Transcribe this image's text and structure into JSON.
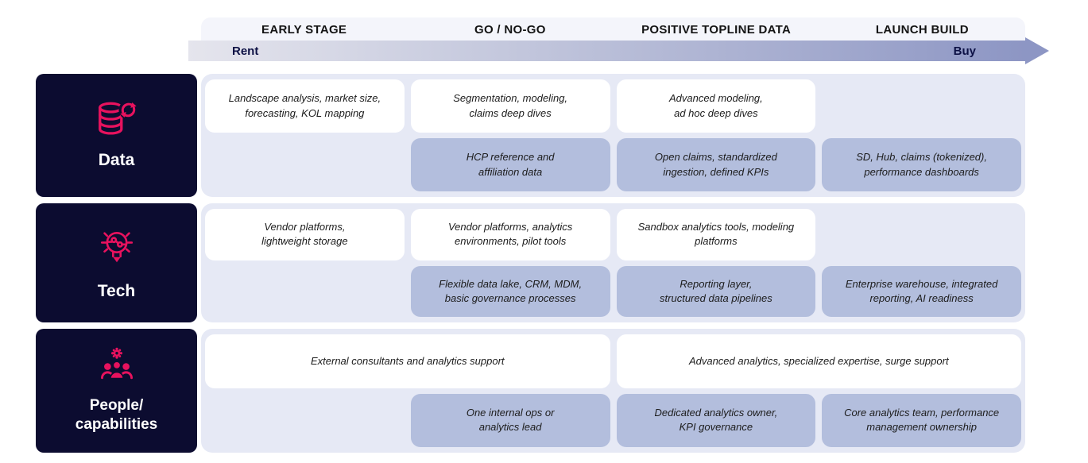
{
  "colors": {
    "accent_pink": "#E8125E",
    "navy": "#0C0C30",
    "buy_card_blue": "#B3BEDD",
    "band_lavender": "#E6E9F5",
    "header_strip": "#F4F5FB",
    "arrow_gradient_start": "#E5E5ED",
    "arrow_gradient_end": "#8D96C4"
  },
  "stages": [
    "EARLY STAGE",
    "GO / NO-GO",
    "POSITIVE TOPLINE DATA",
    "LAUNCH BUILD"
  ],
  "spectrum": {
    "left": "Rent",
    "right": "Buy"
  },
  "rows": [
    {
      "label": "Data",
      "icon": "database-sync-icon",
      "rent_cards": [
        "Landscape analysis, market size,\nforecasting, KOL mapping",
        "Segmentation, modeling,\nclaims deep dives",
        "Advanced modeling,\nad hoc deep dives"
      ],
      "buy_cards": [
        "HCP reference and\naffiliation data",
        "Open claims, standardized\ningestion, defined KPIs",
        "SD, Hub, claims (tokenized),\nperformance dashboards"
      ]
    },
    {
      "label": "Tech",
      "icon": "lightbulb-circuit-icon",
      "rent_cards": [
        "Vendor platforms,\nlightweight storage",
        "Vendor platforms, analytics\nenvironments, pilot tools",
        "Sandbox analytics tools, modeling\nplatforms"
      ],
      "buy_cards": [
        "Flexible data lake, CRM, MDM,\nbasic governance processes",
        "Reporting layer,\nstructured data pipelines",
        "Enterprise warehouse, integrated\nreporting, AI readiness"
      ]
    },
    {
      "label": "People/\ncapabilities",
      "icon": "people-gear-icon",
      "rent_cards": [
        "External consultants and analytics support",
        "Advanced analytics, specialized expertise, surge support"
      ],
      "buy_cards": [
        "One internal ops or\nanalytics lead",
        "Dedicated analytics owner,\nKPI governance",
        "Core analytics team, performance\nmanagement ownership"
      ]
    }
  ]
}
